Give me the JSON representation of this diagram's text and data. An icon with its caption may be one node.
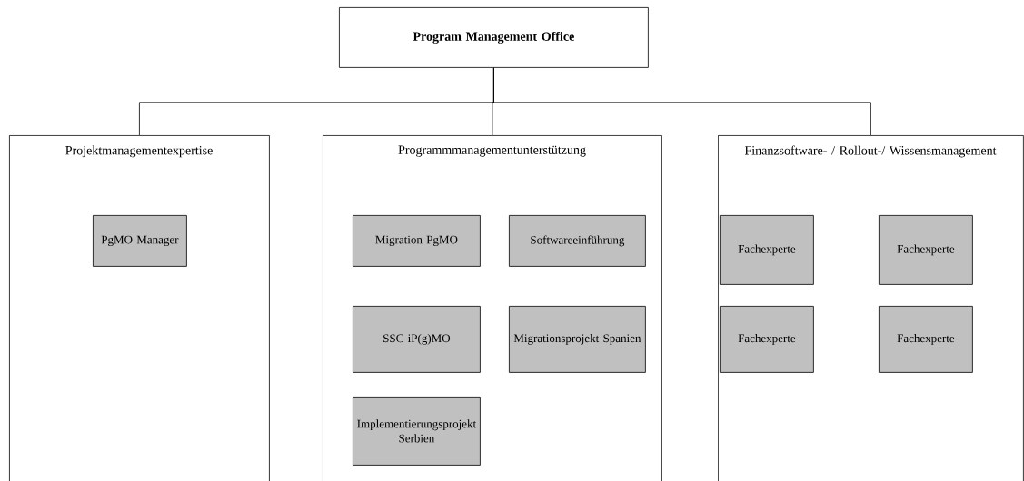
{
  "diagram": {
    "nodes": [
      {
        "text": [
          "Program Management Office"
        ]
      },
      {
        "text": [
          "Projektmanagementexpertise"
        ]
      },
      {
        "text": [
          "Programmmanagementunterstützung"
        ]
      },
      {
        "text": [
          "Finanzsoftware- / Rollout-/ Wissensmanagement"
        ]
      },
      {
        "text": [
          "PgMO Manager"
        ],
        "in": 1
      },
      {
        "text": [
          "Migration PgMO"
        ],
        "in": 2
      },
      {
        "text": [
          "Softwareeinführung"
        ],
        "in": 2
      },
      {
        "text": [
          "SSC iP(g)MO"
        ],
        "in": 2
      },
      {
        "text": [
          "Migrationsprojekt Spanien"
        ],
        "in": 2
      },
      {
        "text": [
          "Implementierungsprojekt Serbien"
        ],
        "in": 2
      },
      {
        "text": [
          "Fachexperte"
        ],
        "in": 3
      },
      {
        "text": [
          "Fachexperte"
        ],
        "in": 3
      },
      {
        "text": [
          "Fachexperte"
        ],
        "in": 3
      },
      {
        "text": [
          "Fachexperte"
        ],
        "in": 3
      }
    ],
    "edges": [
      {
        "from": 0,
        "to": 1,
        "arrow": "none"
      },
      {
        "from": 0,
        "to": 2,
        "arrow": "none"
      },
      {
        "from": 0,
        "to": 3,
        "arrow": "none"
      }
    ]
  }
}
